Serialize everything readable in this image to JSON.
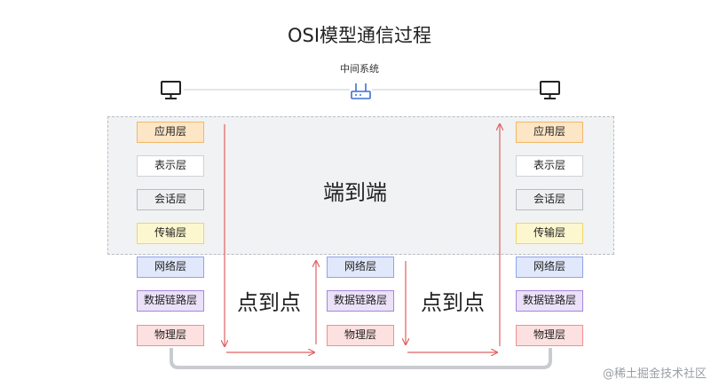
{
  "title": "OSI模型通信过程",
  "intermediate_label": "中间系统",
  "end_to_end_label": "端到端",
  "point_to_point_label": "点到点",
  "layers": {
    "application": "应用层",
    "presentation": "表示层",
    "session": "会话层",
    "transport": "传输层",
    "network": "网络层",
    "datalink": "数据链路层",
    "physical": "物理层"
  },
  "watermark": "@稀土掘金技术社区",
  "colors": {
    "arrow": "#e06060",
    "connector": "#c8cbd0",
    "router": "#3f6fd1"
  },
  "icons": [
    "computer-icon",
    "router-icon",
    "computer-icon"
  ]
}
